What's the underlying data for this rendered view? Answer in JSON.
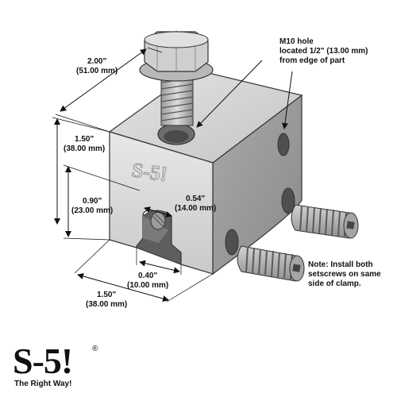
{
  "dimensions": {
    "width_in": "2.00\"",
    "width_mm": "(51.00 mm)",
    "height_in": "1.50\"",
    "height_mm": "(38.00 mm)",
    "slot_height_in": "0.90\"",
    "slot_height_mm": "(23.00 mm)",
    "slot_width_in": "0.54\"",
    "slot_width_mm": "(14.00 mm)",
    "slot_depth_in": "0.40\"",
    "slot_depth_mm": "(10.00 mm)",
    "depth_in": "1.50\"",
    "depth_mm": "(38.00 mm)"
  },
  "hole_note": {
    "line1": "M10 hole",
    "line2": "located 1/2\" (13.00 mm)",
    "line3": "from edge of part"
  },
  "install_note": {
    "line1": "Note: Install both",
    "line2": "setscrews on same",
    "line3": "side of clamp."
  },
  "embossed_text": "S-5!",
  "logo": {
    "mark": "S-5!",
    "registered": "®",
    "tagline": "The Right Way!"
  },
  "colors": {
    "metal_light": "#d6d6d6",
    "metal_mid": "#b3b3b3",
    "metal_dark": "#7e7e7e",
    "outline": "#333333"
  }
}
